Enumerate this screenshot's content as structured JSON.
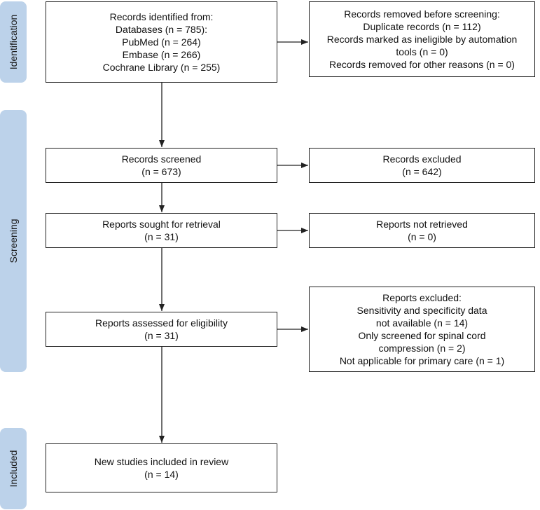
{
  "phases": {
    "identification": "Identification",
    "screening": "Screening",
    "included": "Included"
  },
  "boxes": {
    "records_identified": [
      "Records identified from:",
      "Databases (n = 785):",
      "PubMed (n =  264)",
      "Embase (n =  266)",
      "Cochrane Library (n =  255)"
    ],
    "records_removed": [
      "Records removed before screening:",
      "Duplicate records (n = 112)",
      "Records marked as ineligible by automation",
      "tools (n = 0)",
      "Records removed for other reasons (n = 0)"
    ],
    "records_screened": [
      "Records screened",
      "(n = 673)"
    ],
    "records_excluded": [
      "Records excluded",
      "(n = 642)"
    ],
    "reports_sought": [
      "Reports sought for retrieval",
      "(n = 31)"
    ],
    "reports_not_retrieved": [
      "Reports not retrieved",
      "(n = 0)"
    ],
    "reports_assessed": [
      "Reports assessed for eligibility",
      "(n = 31)"
    ],
    "reports_excluded": [
      "Reports excluded:",
      "Sensitivity and specificity data",
      "not available (n =  14)",
      "Only screened for spinal cord",
      "compression (n =  2)",
      "Not applicable for primary care (n =  1)"
    ],
    "studies_included": [
      "New studies included in review",
      "(n = 14)"
    ]
  },
  "colors": {
    "phase_bg": "#bcd2ea",
    "line": "#222222"
  }
}
